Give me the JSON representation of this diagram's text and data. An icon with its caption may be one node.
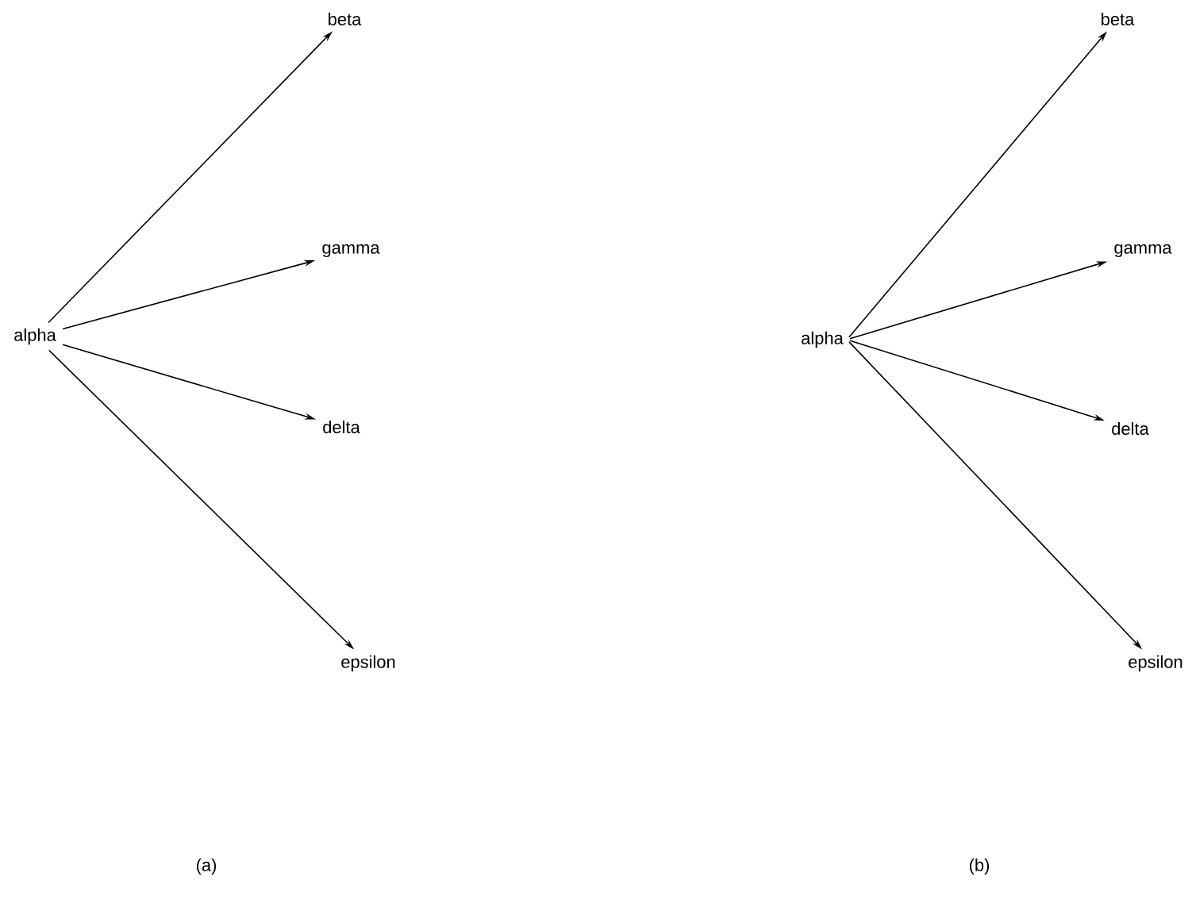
{
  "diagram": {
    "nodes": [
      {
        "text": [
          "alpha"
        ]
      },
      {
        "text": [
          "beta"
        ]
      },
      {
        "text": [
          "gamma"
        ]
      },
      {
        "text": [
          "delta"
        ]
      },
      {
        "text": [
          "epsilon"
        ]
      },
      {
        "text": [
          "alpha"
        ]
      },
      {
        "text": [
          "beta"
        ]
      },
      {
        "text": [
          "gamma"
        ]
      },
      {
        "text": [
          "delta"
        ]
      },
      {
        "text": [
          "epsilon"
        ]
      }
    ],
    "edges": [
      {
        "from": 0,
        "to": 1,
        "arrow": "to"
      },
      {
        "from": 0,
        "to": 2,
        "arrow": "to"
      },
      {
        "from": 0,
        "to": 3,
        "arrow": "to"
      },
      {
        "from": 0,
        "to": 4,
        "arrow": "to"
      },
      {
        "from": 5,
        "to": 6,
        "arrow": "to"
      },
      {
        "from": 5,
        "to": 7,
        "arrow": "to"
      },
      {
        "from": 5,
        "to": 8,
        "arrow": "to"
      },
      {
        "from": 5,
        "to": 9,
        "arrow": "to"
      }
    ],
    "labels": [
      "(a)",
      "(b)"
    ]
  }
}
